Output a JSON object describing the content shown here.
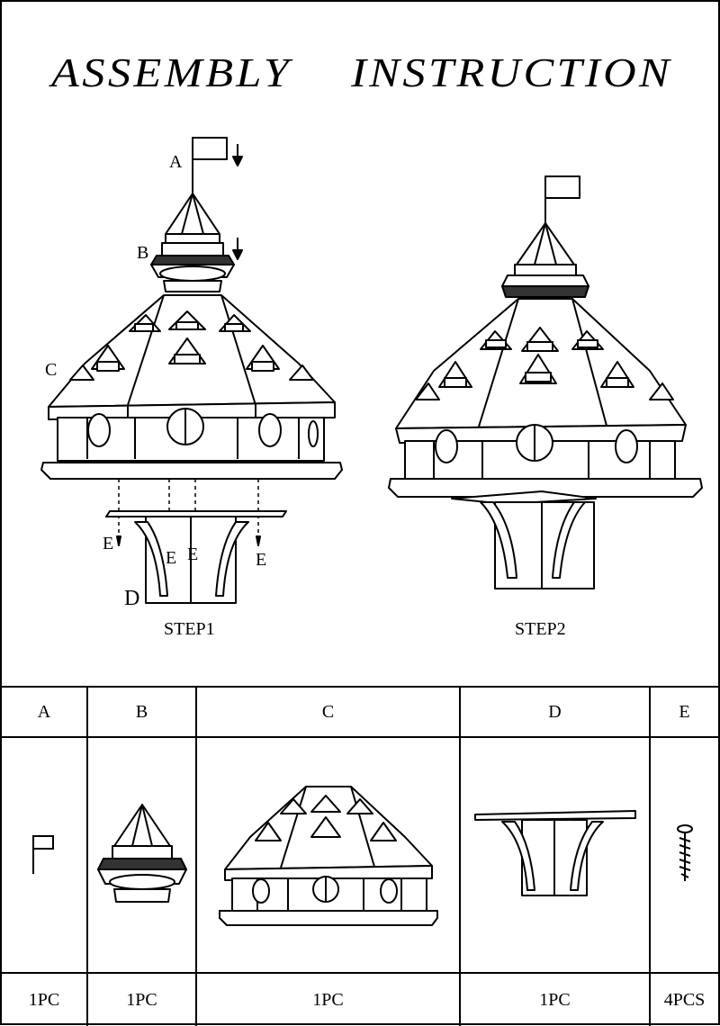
{
  "title": {
    "word1": "ASSEMBLY",
    "word2": "INSTRUCTION"
  },
  "step1": {
    "label": "STEP1",
    "callouts": {
      "a": "A",
      "b": "B",
      "c": "C",
      "d": "D",
      "e": "E"
    }
  },
  "step2": {
    "label": "STEP2"
  },
  "parts": [
    {
      "id": "A",
      "qty": "1PC"
    },
    {
      "id": "B",
      "qty": "1PC"
    },
    {
      "id": "C",
      "qty": "1PC"
    },
    {
      "id": "D",
      "qty": "1PC"
    },
    {
      "id": "E",
      "qty": "4PCS"
    }
  ]
}
